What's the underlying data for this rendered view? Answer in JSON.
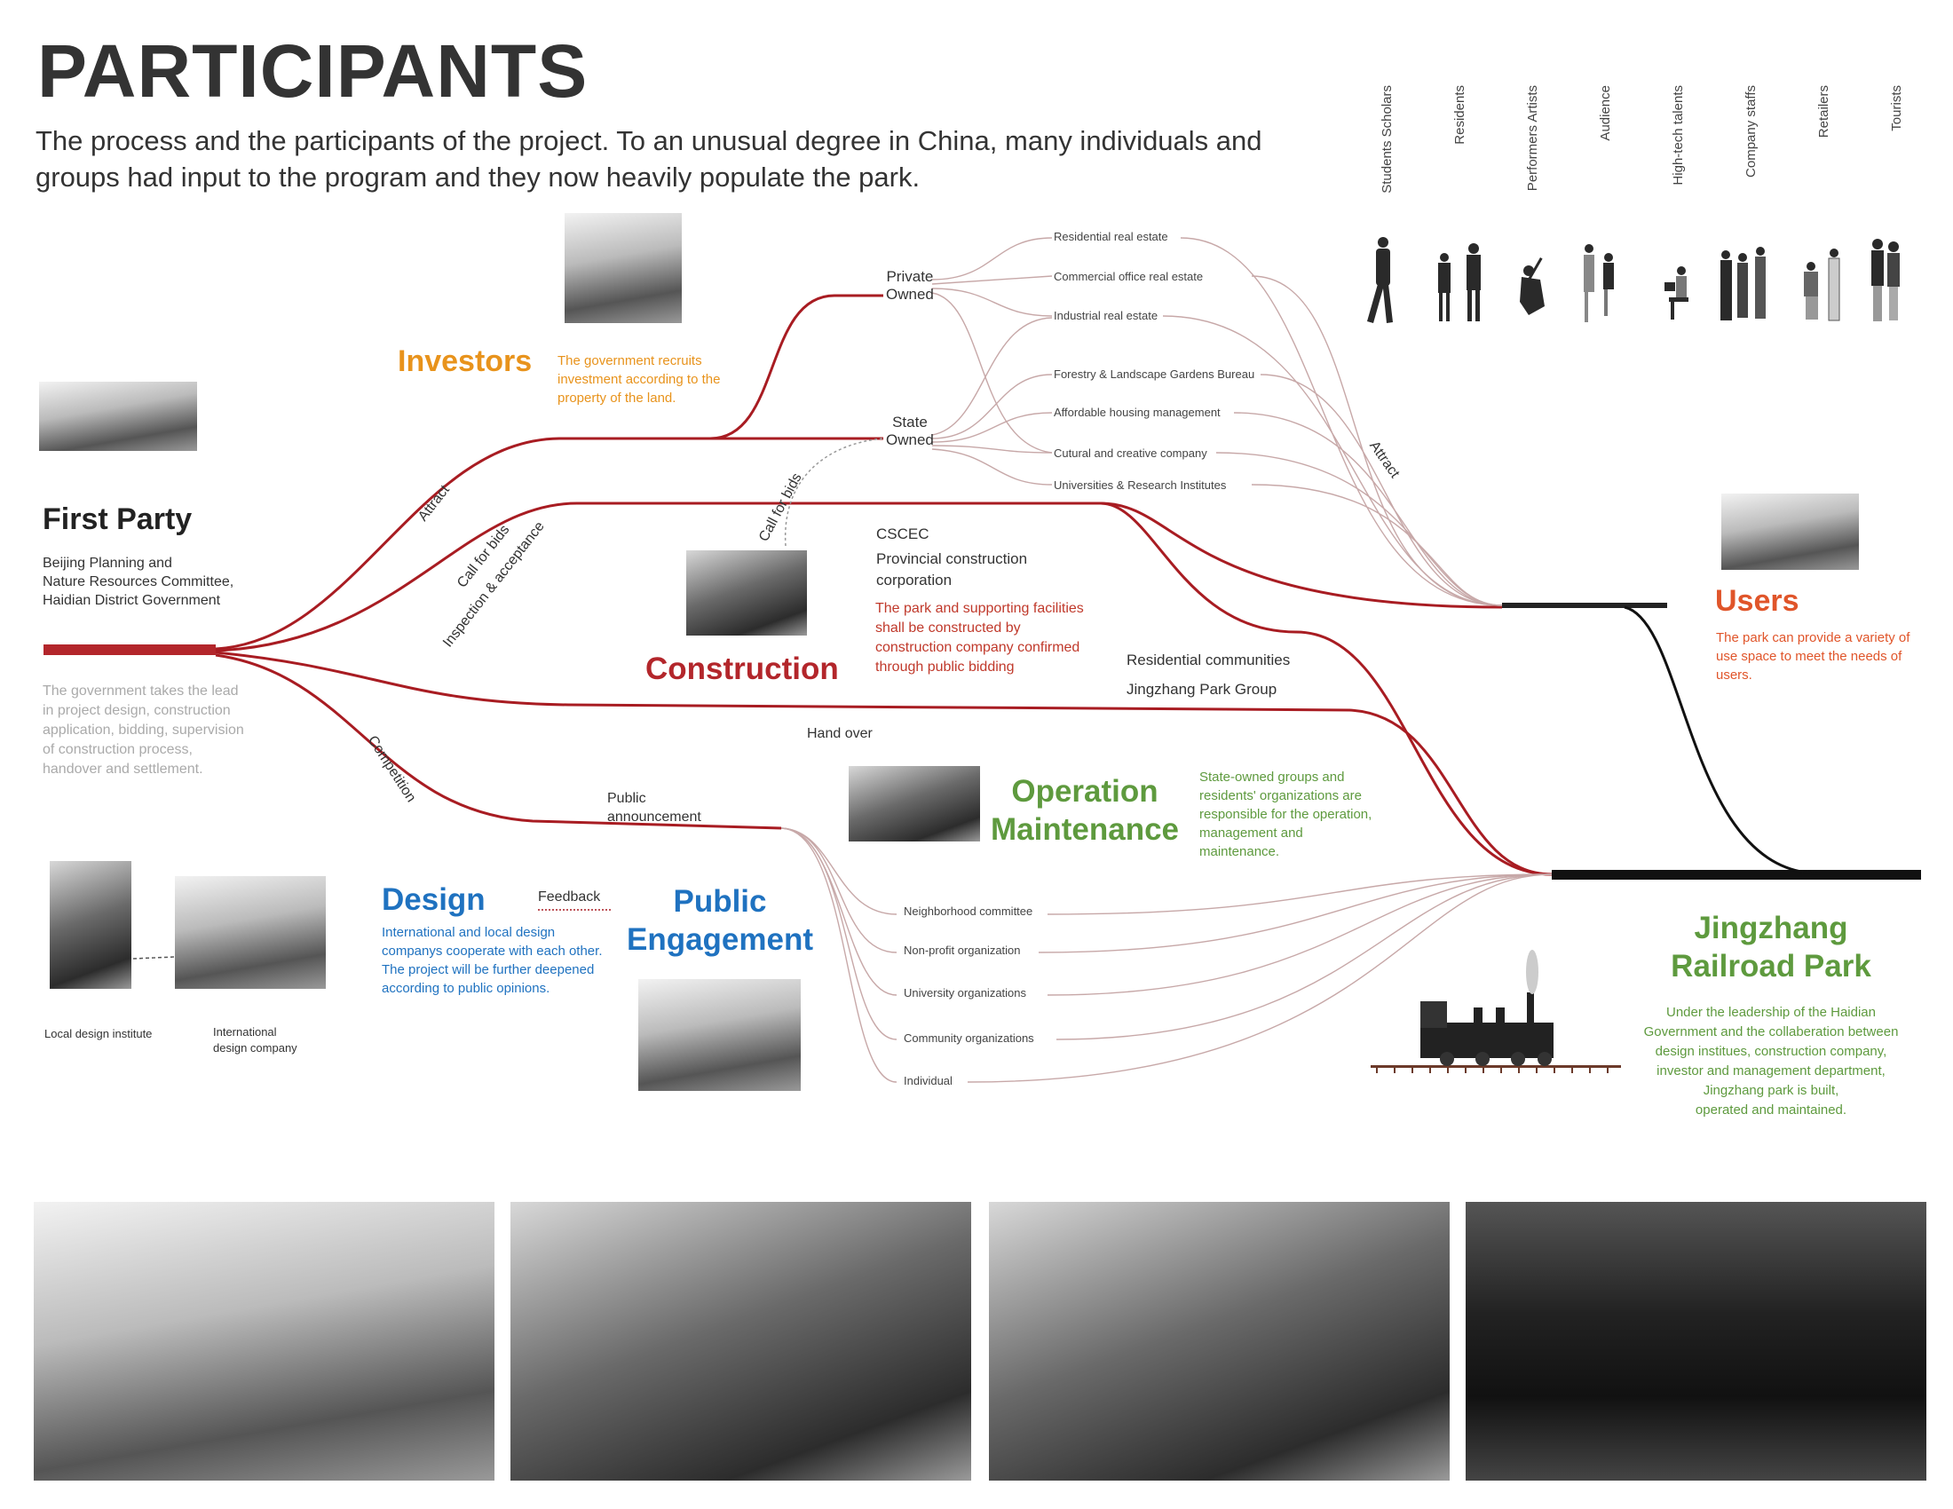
{
  "header": {
    "title": "PARTICIPANTS",
    "subtitle": "The process and the participants of the project. To an unusual degree in China, many individuals and groups had input to the program and they now heavily populate the park."
  },
  "first_party": {
    "title": "First Party",
    "members": [
      "Beijing Planning and",
      "Nature Resources Committee,",
      "Haidian District Government"
    ],
    "description": "The government takes the lead in project design, construction application, bidding, supervision of construction process, handover and settlement."
  },
  "flow_labels": {
    "attract": "Attract",
    "call_for_bids": "Call for bids",
    "inspection": "Inspection & acceptance",
    "competition": "Competition",
    "call_for_bids_2": "Call for bids",
    "attract_2": "Attract",
    "hand_over": "Hand over",
    "public_announcement": [
      "Public",
      "announcement"
    ],
    "feedback": "Feedback"
  },
  "investors": {
    "title": "Investors",
    "description": "The government recruits investment according to the property of the land.",
    "private_owned": [
      "Private",
      "Owned"
    ],
    "state_owned": [
      "State",
      "Owned"
    ],
    "types": [
      "Residential real estate",
      "Commercial office real estate",
      "Industrial real estate",
      "Forestry & Landscape Gardens Bureau",
      "Affordable housing management",
      "Cutural and creative company",
      "Universities & Research Institutes"
    ]
  },
  "construction": {
    "title": "Construction",
    "companies": [
      "CSCEC",
      "Provincial construction corporation"
    ],
    "description": "The park and supporting facilities shall be constructed by construction company confirmed through public bidding"
  },
  "operation": {
    "title": [
      "Operation",
      "Maintenance"
    ],
    "groups": [
      "Residential communities",
      "Jingzhang Park Group"
    ],
    "description": "State-owned groups and residents' organizations are responsible for the operation, management and maintenance."
  },
  "design": {
    "title": "Design",
    "description": "International and local design companys cooperate with each other. The project will be further deepened according to public opinions.",
    "local_caption": "Local design institute",
    "intl_caption": [
      "International",
      "design company"
    ]
  },
  "public_engagement": {
    "title": [
      "Public",
      "Engagement"
    ],
    "groups": [
      "Neighborhood committee",
      "Non-profit organization",
      "University organizations",
      "Community organizations",
      "Individual"
    ]
  },
  "users": {
    "title": "Users",
    "description": "The park can provide a variety of use space to meet the needs of users.",
    "types": [
      "Students  Scholars",
      "Residents",
      "Performers  Artists",
      "Audience",
      "High-tech talents",
      "Company staffs",
      "Retailers",
      "Tourists"
    ]
  },
  "park": {
    "title": [
      "Jingzhang",
      "Railroad Park"
    ],
    "description": [
      "Under the leadership of the Haidian",
      "Government and the collaberation between",
      "design institues, construction company,",
      "investor and management department,",
      "Jingzhang park is built,",
      "operated and maintained."
    ]
  },
  "colors": {
    "flow_red": "#a81c22",
    "investors": "#e8931c",
    "construction": "#b3262b",
    "operation": "#5e9a3e",
    "design": "#1f72c0",
    "users": "#e0552a"
  }
}
